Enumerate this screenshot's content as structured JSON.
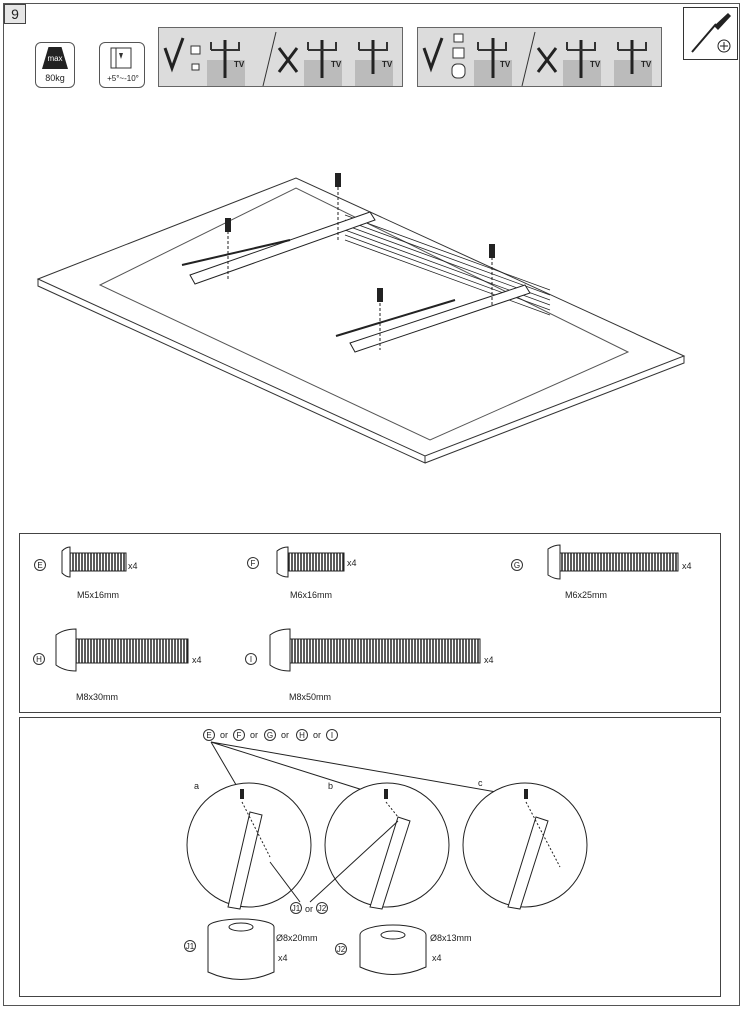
{
  "step": "9",
  "weight": {
    "label": "max",
    "value": "80kg"
  },
  "tilt": {
    "label": "+5°~-10°"
  },
  "warn_tv_label": "TV",
  "screws": [
    {
      "letter": "E",
      "size": "M5x16mm",
      "qty": "x4"
    },
    {
      "letter": "F",
      "size": "M6x16mm",
      "qty": "x4"
    },
    {
      "letter": "G",
      "size": "M6x25mm",
      "qty": "x4"
    },
    {
      "letter": "H",
      "size": "M8x30mm",
      "qty": "x4"
    },
    {
      "letter": "I",
      "size": "M8x50mm",
      "qty": "x4"
    }
  ],
  "or_word": "or",
  "detail_labels": {
    "a": "a",
    "b": "b",
    "c": "c"
  },
  "spacer_ref": {
    "j1": "J1",
    "j2": "J2"
  },
  "spacers": [
    {
      "letter": "J1",
      "size": "Ø8x20mm",
      "qty": "x4"
    },
    {
      "letter": "J2",
      "size": "Ø8x13mm",
      "qty": "x4"
    }
  ]
}
